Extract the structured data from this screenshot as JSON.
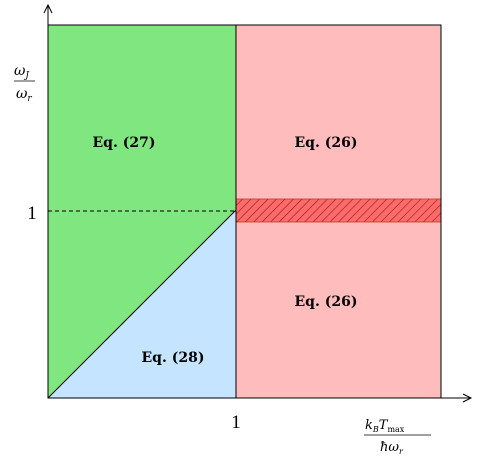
{
  "regions": {
    "top_left": {
      "label": "Eq. (27)",
      "color": "#80e680"
    },
    "right": {
      "label": "Eq. (26)",
      "color": "#ffbcbc"
    },
    "right_lower_label": "Eq. (26)",
    "bottom_triangle": {
      "label": "Eq. (28)",
      "color": "#c4e4ff"
    },
    "hatched_band_color": "#ff6b6b"
  },
  "y_axis": {
    "numerator": "ω",
    "numerator_sub": "J",
    "denominator": "ω",
    "denominator_sub": "r",
    "tick": "1"
  },
  "x_axis": {
    "numerator_k": "k",
    "numerator_k_sub": "B",
    "numerator_T": "T",
    "numerator_T_sub": "max",
    "denominator": "ħω",
    "denominator_sub": "r",
    "tick": "1"
  }
}
